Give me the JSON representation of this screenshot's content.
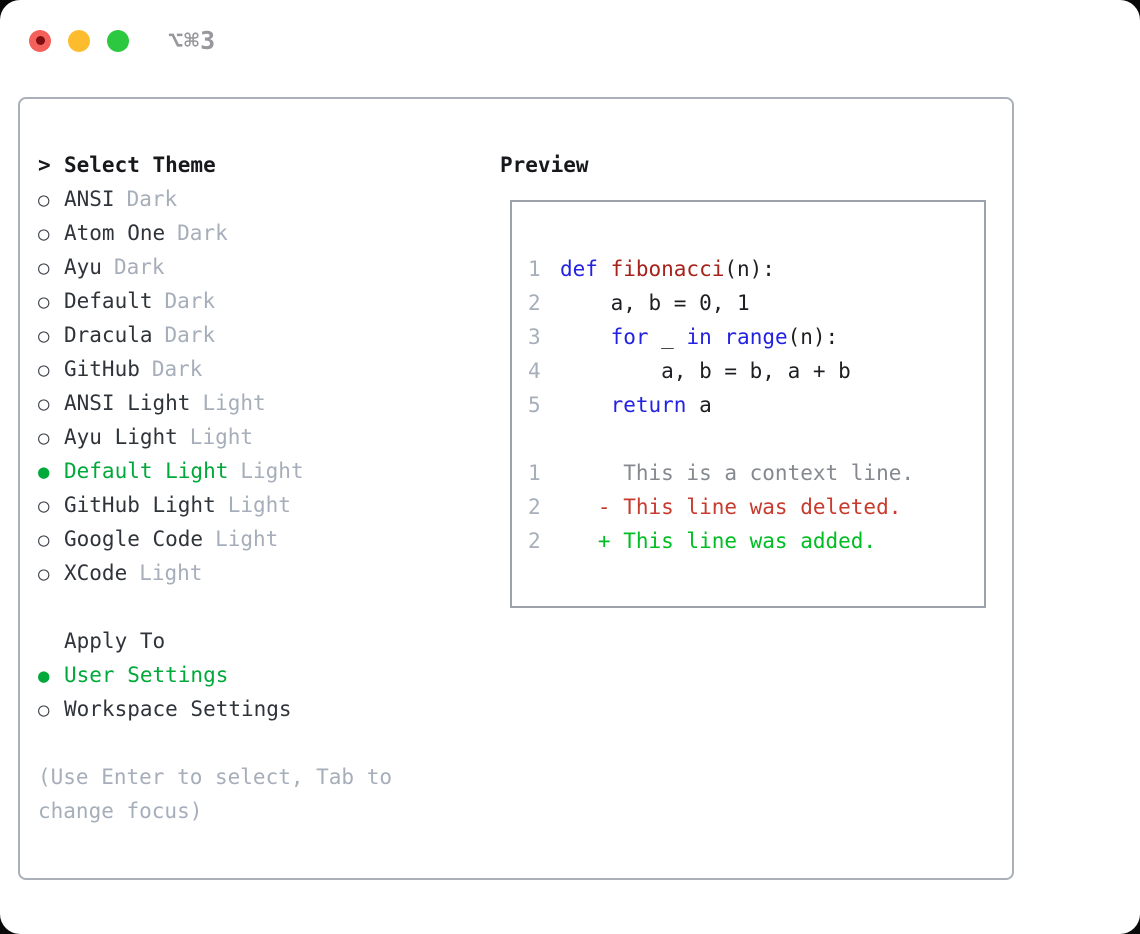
{
  "window": {
    "title": "⌥⌘3"
  },
  "colors": {
    "traffic_red": "#f4605a",
    "traffic_yellow": "#fdbc2e",
    "traffic_green": "#2bc840",
    "text_dark": "#2f343a",
    "muted": "#a6aeba",
    "selection_green": "#00a93a",
    "keyword_blue": "#2222e0",
    "function_red": "#a6231b",
    "context_gray": "#85898f",
    "diff_red": "#c83a2e",
    "diff_green": "#00bd24",
    "line_number_gray": "#a6aeba",
    "code_text": "#1d1f23"
  },
  "icons": {
    "radio_unselected": "○",
    "radio_selected": "●",
    "prompt": ">"
  },
  "theme_selector": {
    "title": "Select Theme",
    "items": [
      {
        "name": "ANSI",
        "variant": "Dark",
        "selected": false
      },
      {
        "name": "Atom One",
        "variant": "Dark",
        "selected": false
      },
      {
        "name": "Ayu",
        "variant": "Dark",
        "selected": false
      },
      {
        "name": "Default",
        "variant": "Dark",
        "selected": false
      },
      {
        "name": "Dracula",
        "variant": "Dark",
        "selected": false
      },
      {
        "name": "GitHub",
        "variant": "Dark",
        "selected": false
      },
      {
        "name": "ANSI Light",
        "variant": "Light",
        "selected": false
      },
      {
        "name": "Ayu Light",
        "variant": "Light",
        "selected": false
      },
      {
        "name": "Default Light",
        "variant": "Light",
        "selected": true
      },
      {
        "name": "GitHub Light",
        "variant": "Light",
        "selected": false
      },
      {
        "name": "Google Code",
        "variant": "Light",
        "selected": false
      },
      {
        "name": "XCode",
        "variant": "Light",
        "selected": false
      }
    ],
    "apply_to": {
      "title": "Apply To",
      "options": [
        {
          "label": "User Settings",
          "selected": true
        },
        {
          "label": "Workspace Settings",
          "selected": false
        }
      ]
    },
    "help": "(Use Enter to select, Tab to change focus)"
  },
  "preview": {
    "title": "Preview",
    "lines": [
      {
        "number": "1",
        "tokens": [
          {
            "t": "def ",
            "s": "kw"
          },
          {
            "t": "fibonacci",
            "s": "fn"
          },
          {
            "t": "(n):",
            "s": "plain"
          }
        ]
      },
      {
        "number": "2",
        "tokens": [
          {
            "t": "    a, b = 0, 1",
            "s": "plain"
          }
        ]
      },
      {
        "number": "3",
        "tokens": [
          {
            "t": "    ",
            "s": "plain"
          },
          {
            "t": "for",
            "s": "kw"
          },
          {
            "t": " _ ",
            "s": "plain"
          },
          {
            "t": "in",
            "s": "kw"
          },
          {
            "t": " ",
            "s": "plain"
          },
          {
            "t": "range",
            "s": "kw"
          },
          {
            "t": "(n):",
            "s": "plain"
          }
        ]
      },
      {
        "number": "4",
        "tokens": [
          {
            "t": "        a, b = b, a + b",
            "s": "plain"
          }
        ]
      },
      {
        "number": "5",
        "tokens": [
          {
            "t": "    ",
            "s": "plain"
          },
          {
            "t": "return",
            "s": "kw"
          },
          {
            "t": " a",
            "s": "plain"
          }
        ]
      },
      {
        "number": "",
        "tokens": []
      },
      {
        "number": "1",
        "tokens": [
          {
            "t": "     This is a context line.",
            "s": "ctx"
          }
        ]
      },
      {
        "number": "2",
        "tokens": [
          {
            "t": "   - This line was deleted.",
            "s": "del"
          }
        ]
      },
      {
        "number": "2",
        "tokens": [
          {
            "t": "   + This line was added.",
            "s": "add"
          }
        ]
      }
    ]
  }
}
